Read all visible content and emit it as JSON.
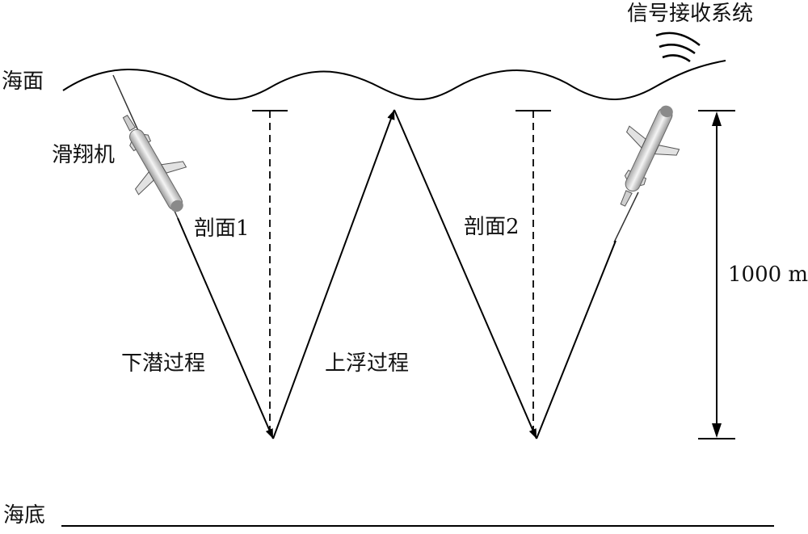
{
  "labels": {
    "sea_surface": "海面",
    "seabed": "海底",
    "glider": "滑翔机",
    "receiver": "信号接收系统",
    "profile_1": "剖面1",
    "profile_2": "剖面2",
    "dive": "下潜过程",
    "ascent": "上浮过程",
    "depth": "1000 m"
  }
}
